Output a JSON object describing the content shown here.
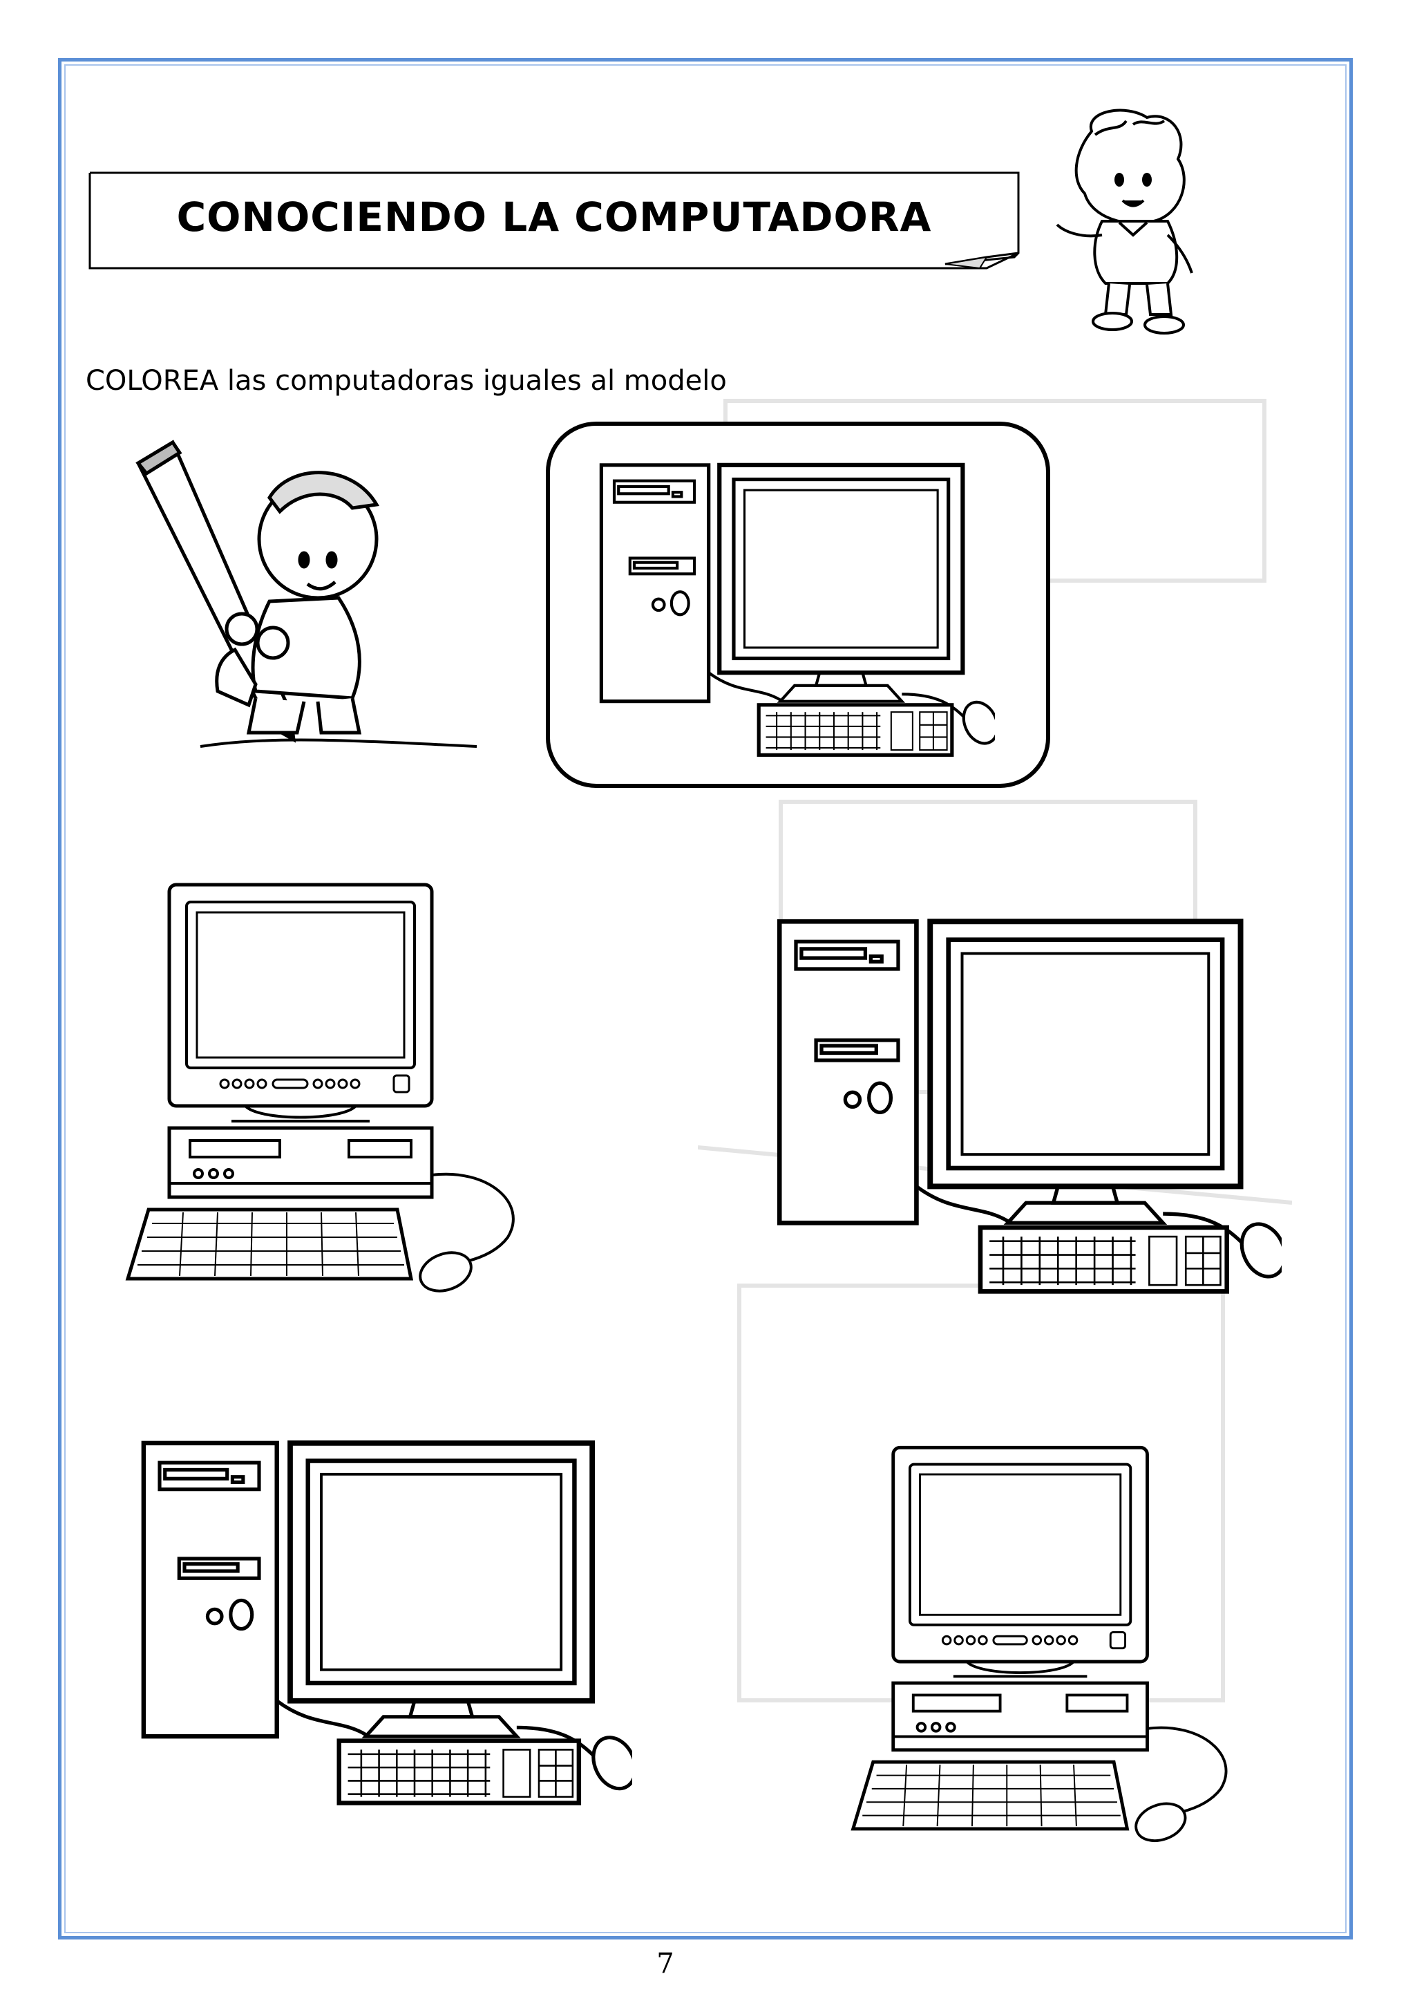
{
  "worksheet": {
    "title": "CONOCIENDO LA COMPUTADORA",
    "instruction": "COLOREA las computadoras iguales al modelo",
    "page_number": "7"
  },
  "illustrations": {
    "mascot": "cartoon-boy-icon",
    "pencil_kid": "kid-with-pencil-icon",
    "model": "tower-computer-icon",
    "options": [
      "desktop-computer-icon",
      "tower-computer-icon",
      "tower-computer-icon",
      "desktop-computer-icon"
    ]
  },
  "colors": {
    "border": "#5b8fd6",
    "ink": "#000000"
  }
}
